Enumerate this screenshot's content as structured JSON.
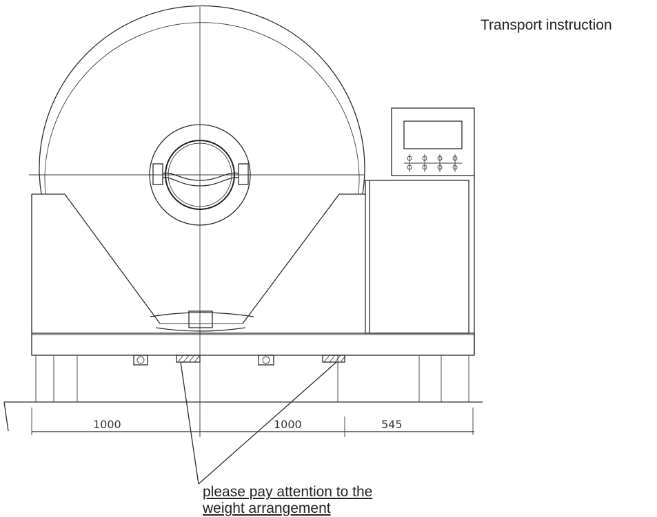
{
  "title": "Transport instruction",
  "note": {
    "line1": "please pay attention to the",
    "line2": "weight arrangement"
  },
  "dimensions": [
    "1000",
    "1000",
    "545"
  ]
}
